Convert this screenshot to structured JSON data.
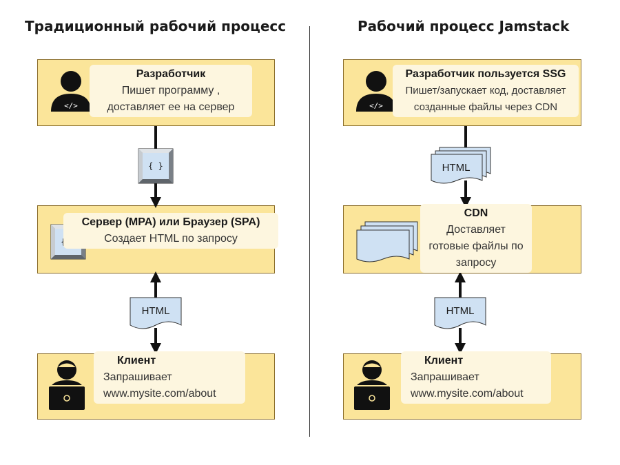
{
  "left": {
    "title": "Традиционный рабочий процесс",
    "developer": {
      "heading": "Разработчик",
      "text": "Пишет программу , доставляет ее на сервер"
    },
    "code_badge": "{ }",
    "server": {
      "heading": "Сервер (MPA) или Браузер (SPA)",
      "text": "Создает HTML по запросу"
    },
    "html_doc": "HTML",
    "client": {
      "heading": "Клиент",
      "line1": "Запрашивает",
      "line2": "www.mysite.com/about"
    }
  },
  "right": {
    "title": "Рабочий процесс Jamstack",
    "developer": {
      "heading": "Разработчик пользуется SSG",
      "line1": "Пишет/запускает код, доставляет",
      "line2": "созданные файлы через CDN"
    },
    "html_doc": "HTML",
    "cdn": {
      "heading": "CDN",
      "line1": "Доставляет",
      "line2": "готовые файлы по",
      "line3": "запросу"
    },
    "html_doc2": "HTML",
    "client": {
      "heading": "Клиент",
      "line1": "Запрашивает",
      "line2": "www.mysite.com/about"
    }
  },
  "colors": {
    "box_fill": "#fbe59a",
    "label_fill": "#fdf6df",
    "doc_fill": "#cfe1f3",
    "icon": "#111111"
  },
  "icons": [
    "developer-icon",
    "code-badge-icon",
    "server-code-icon",
    "client-laptop-icon",
    "html-document-icon",
    "stacked-files-icon"
  ]
}
